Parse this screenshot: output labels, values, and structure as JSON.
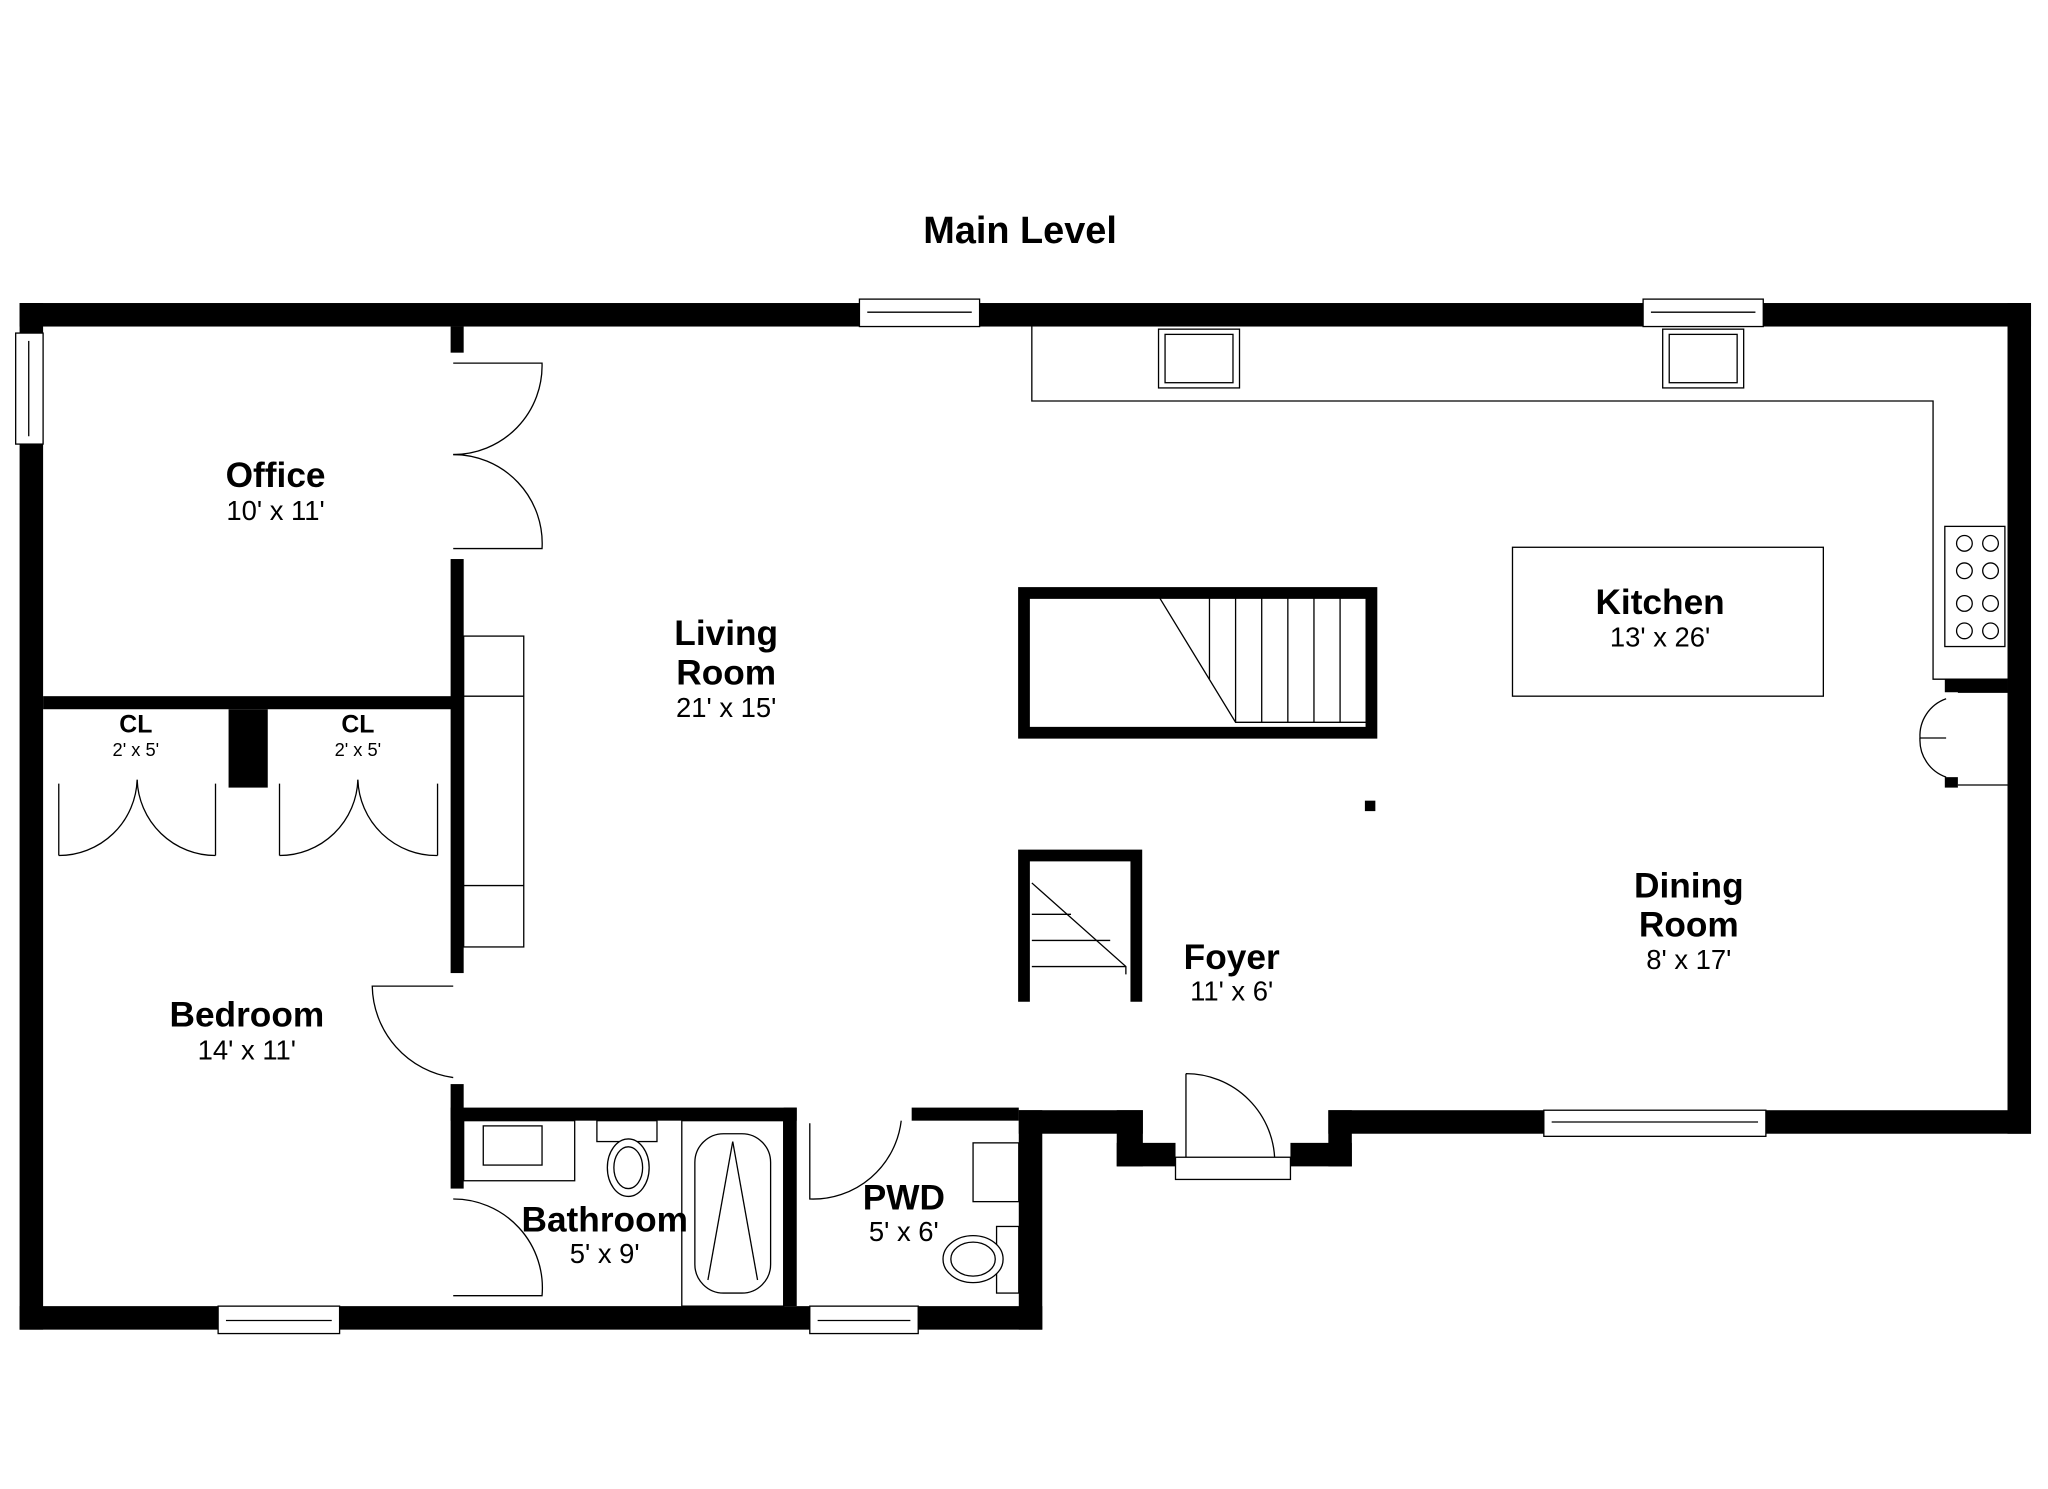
{
  "title": "Main Level",
  "rooms": [
    {
      "name": "Office",
      "size": "10' x 11'"
    },
    {
      "name": "Living Room",
      "name_lines": [
        "Living",
        "Room"
      ],
      "size": "21' x 15'"
    },
    {
      "name": "Kitchen",
      "size": "13' x 26'"
    },
    {
      "name": "CL",
      "size": "2' x 5'"
    },
    {
      "name": "CL",
      "size": "2' x 5'"
    },
    {
      "name": "Bedroom",
      "size": "14' x 11'"
    },
    {
      "name": "Foyer",
      "size": "11' x 6'"
    },
    {
      "name": "Dining Room",
      "name_lines": [
        "Dining",
        "Room"
      ],
      "size": "8' x 17'"
    },
    {
      "name": "Bathroom",
      "size": "5' x 9'"
    },
    {
      "name": "PWD",
      "size": "5' x 6'"
    }
  ]
}
